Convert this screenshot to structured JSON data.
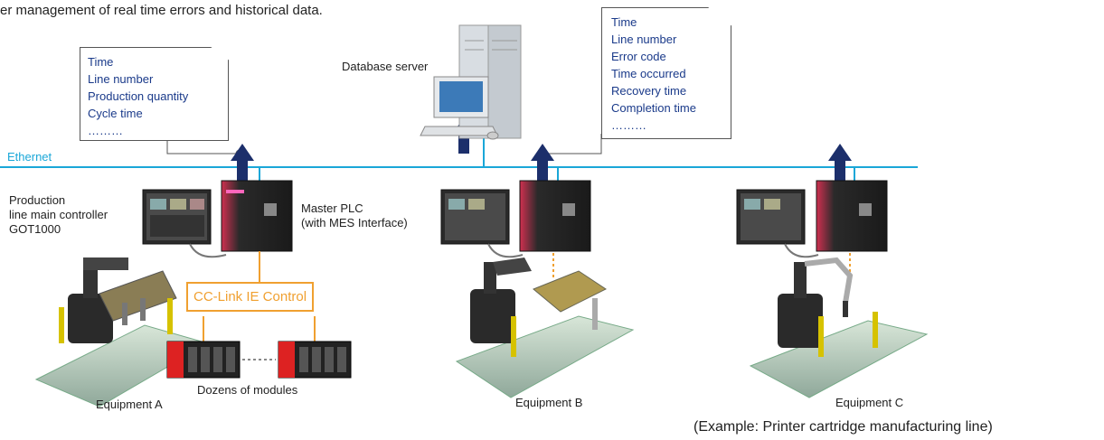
{
  "header": {
    "intro_text": "er management of real time errors and historical data."
  },
  "network": {
    "ethernet_label": "Ethernet",
    "cclink_label": "CC-Link IE Control"
  },
  "database": {
    "label": "Database server"
  },
  "note_left": {
    "lines": [
      "Time",
      "Line number",
      "Production quantity",
      "Cycle time",
      "………"
    ]
  },
  "note_right": {
    "lines": [
      "Time",
      "Line number",
      "Error code",
      "Time occurred",
      "Recovery time",
      "Completion time",
      "………"
    ]
  },
  "equipment_a": {
    "controller_label": [
      "Production",
      "line main controller",
      "GOT1000"
    ],
    "plc_label": [
      "Master PLC",
      "(with MES Interface)"
    ],
    "modules_label": "Dozens of modules",
    "caption": "Equipment A"
  },
  "equipment_b": {
    "caption": "Equipment B"
  },
  "equipment_c": {
    "caption": "Equipment C"
  },
  "footer": {
    "example_caption": "(Example: Printer cartridge manufacturing line)"
  },
  "colors": {
    "ethernet": "#1aa7d8",
    "cclink": "#f0a030",
    "arrow": "#1c2f6b",
    "note_text": "#1a3a8a"
  }
}
